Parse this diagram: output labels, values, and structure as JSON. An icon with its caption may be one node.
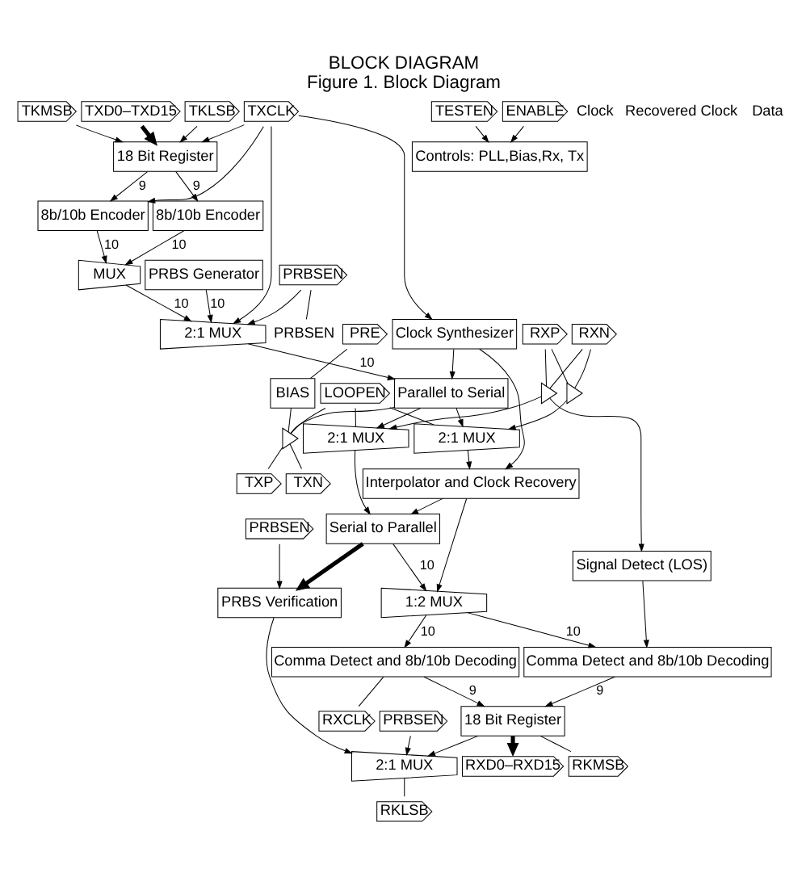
{
  "diagram": {
    "title": "BLOCK DIAGRAM",
    "caption": "Figure 1. Block Diagram",
    "nodes": [
      {
        "text": [
          "LOOPEN"
        ]
      },
      {
        "text": [
          "PRBSEN"
        ]
      },
      {
        "text": [
          "PRBSEN"
        ]
      },
      {
        "text": [
          "PRBS Generator"
        ]
      },
      {
        "text": [
          "2:1 MUX"
        ]
      },
      {
        "text": [
          "Parallel to Serial"
        ]
      },
      {
        "text": [],
        "shape": "triangle"
      },
      {
        "text": [
          "TXP"
        ]
      },
      {
        "text": [
          "TXN"
        ]
      },
      {
        "text": [
          "BIAS"
        ]
      },
      {
        "text": [
          "PRE"
        ]
      },
      {
        "text": [
          "18 Bit Register"
        ]
      },
      {
        "text": [
          "8b/10b Encoder"
        ]
      },
      {
        "text": [
          "8b/10b Encoder"
        ]
      },
      {
        "text": [
          "MUX"
        ]
      },
      {
        "text": [
          "TXD0–TXD15"
        ]
      },
      {
        "text": [
          "TKLSB"
        ]
      },
      {
        "text": [
          "TKMSB"
        ]
      },
      {
        "text": [
          "TXCLK"
        ]
      },
      {
        "text": [
          "Clock Synthesizer"
        ]
      },
      {
        "text": [
          "TESTEN"
        ]
      },
      {
        "text": [
          "ENABLE"
        ]
      },
      {
        "text": [
          "Controls: PLL,Bias,Rx, Tx"
        ]
      },
      {
        "text": [
          "PRBSEN"
        ]
      },
      {
        "text": [
          "2:1 MUX"
        ]
      },
      {
        "text": [
          "RKLSB"
        ]
      },
      {
        "text": [
          "Interpolator and Clock Recovery"
        ]
      },
      {
        "text": [
          "2:1 MUX"
        ]
      },
      {
        "text": [],
        "shape": "triangle"
      },
      {
        "text": [
          "PRBSEN"
        ]
      },
      {
        "text": [
          "PRBS Verification"
        ]
      },
      {
        "text": [
          "RXCLK"
        ]
      },
      {
        "text": [
          "Comma Detect and 8b/10b Decoding"
        ]
      },
      {
        "text": [
          "Comma Detect and 8b/10b Decoding"
        ]
      },
      {
        "text": [
          "18 Bit Register"
        ]
      },
      {
        "text": [
          "RXD0–RXD15"
        ]
      },
      {
        "text": [
          "RKMSB"
        ]
      },
      {
        "text": [
          "1:2 MUX"
        ]
      },
      {
        "text": [
          "Serial to Parallel"
        ]
      },
      {
        "text": [
          "2:1 MUX"
        ]
      },
      {
        "text": [],
        "shape": "triangle"
      },
      {
        "text": [
          "RXP"
        ]
      },
      {
        "text": [
          "RXN"
        ]
      },
      {
        "text": [
          "Signal Detect (LOS)"
        ]
      }
    ],
    "edges": [
      {
        "from": 0,
        "to": 6,
        "arrow": "none"
      },
      {
        "from": 0,
        "to": 27,
        "arrow": "none"
      },
      {
        "from": 0,
        "to": 39,
        "arrow": "none"
      },
      {
        "from": 1,
        "to": 2,
        "arrow": "none"
      },
      {
        "from": 1,
        "to": 4,
        "arrow": "to"
      },
      {
        "from": 3,
        "to": 4,
        "arrow": "to",
        "label": "10"
      },
      {
        "from": 4,
        "to": 5,
        "arrow": "to",
        "label": "10"
      },
      {
        "from": 5,
        "to": 6,
        "arrow": "none"
      },
      {
        "from": 5,
        "to": 27,
        "arrow": "to"
      },
      {
        "from": 5,
        "to": 39,
        "arrow": "to"
      },
      {
        "from": 6,
        "to": 7,
        "arrow": "none"
      },
      {
        "from": 6,
        "to": 8,
        "arrow": "none"
      },
      {
        "from": 9,
        "to": 6,
        "arrow": "none"
      },
      {
        "from": 10,
        "to": 9,
        "arrow": "none"
      },
      {
        "from": 15,
        "to": 11,
        "arrow": "to",
        "style": "thick"
      },
      {
        "from": 16,
        "to": 11,
        "arrow": "to"
      },
      {
        "from": 17,
        "to": 11,
        "arrow": "to"
      },
      {
        "from": 11,
        "to": 12,
        "arrow": "to",
        "label": "9"
      },
      {
        "from": 11,
        "to": 13,
        "arrow": "to",
        "label": "9"
      },
      {
        "from": 12,
        "to": 14,
        "arrow": "to",
        "label": "10"
      },
      {
        "from": 13,
        "to": 14,
        "arrow": "to",
        "label": "10"
      },
      {
        "from": 14,
        "to": 4,
        "arrow": "to",
        "label": "10"
      },
      {
        "from": 18,
        "to": 11,
        "arrow": "to"
      },
      {
        "from": 18,
        "to": 13,
        "arrow": "to"
      },
      {
        "from": 18,
        "to": 4,
        "arrow": "to"
      },
      {
        "from": 18,
        "to": 19,
        "arrow": "to"
      },
      {
        "from": 19,
        "to": 5,
        "arrow": "to"
      },
      {
        "from": 19,
        "to": 26,
        "arrow": "to"
      },
      {
        "from": 20,
        "to": 22,
        "arrow": "to"
      },
      {
        "from": 21,
        "to": 22,
        "arrow": "to"
      },
      {
        "from": 23,
        "to": 24,
        "arrow": "to"
      },
      {
        "from": 30,
        "to": 24,
        "arrow": "to"
      },
      {
        "from": 34,
        "to": 24,
        "arrow": "to"
      },
      {
        "from": 24,
        "to": 25,
        "arrow": "none"
      },
      {
        "from": 27,
        "to": 26,
        "arrow": "to"
      },
      {
        "from": 28,
        "to": 27,
        "arrow": "to"
      },
      {
        "from": 29,
        "to": 30,
        "arrow": "to"
      },
      {
        "from": 32,
        "to": 31,
        "arrow": "none"
      },
      {
        "from": 32,
        "to": 34,
        "arrow": "to",
        "label": "9"
      },
      {
        "from": 33,
        "to": 34,
        "arrow": "to",
        "label": "9"
      },
      {
        "from": 34,
        "to": 35,
        "arrow": "to",
        "style": "thick"
      },
      {
        "from": 34,
        "to": 36,
        "arrow": "none"
      },
      {
        "from": 37,
        "to": 32,
        "arrow": "to",
        "label": "10"
      },
      {
        "from": 37,
        "to": 33,
        "arrow": "to",
        "label": "10"
      },
      {
        "from": 38,
        "to": 37,
        "arrow": "to",
        "label": "10"
      },
      {
        "from": 38,
        "to": 30,
        "arrow": "to",
        "style": "thick"
      },
      {
        "from": 26,
        "to": 38,
        "arrow": "to"
      },
      {
        "from": 26,
        "to": 37,
        "arrow": "to"
      },
      {
        "from": 39,
        "to": 38,
        "arrow": "to"
      },
      {
        "from": 40,
        "to": 39,
        "arrow": "to"
      },
      {
        "from": 41,
        "to": 28,
        "arrow": "none"
      },
      {
        "from": 42,
        "to": 28,
        "arrow": "none"
      },
      {
        "from": 41,
        "to": 40,
        "arrow": "none"
      },
      {
        "from": 42,
        "to": 40,
        "arrow": "none"
      },
      {
        "from": 40,
        "to": 43,
        "arrow": "to"
      },
      {
        "from": 43,
        "to": 33,
        "arrow": "to"
      }
    ],
    "labels": [
      "Clock",
      "Recovered Clock",
      "Data"
    ]
  }
}
